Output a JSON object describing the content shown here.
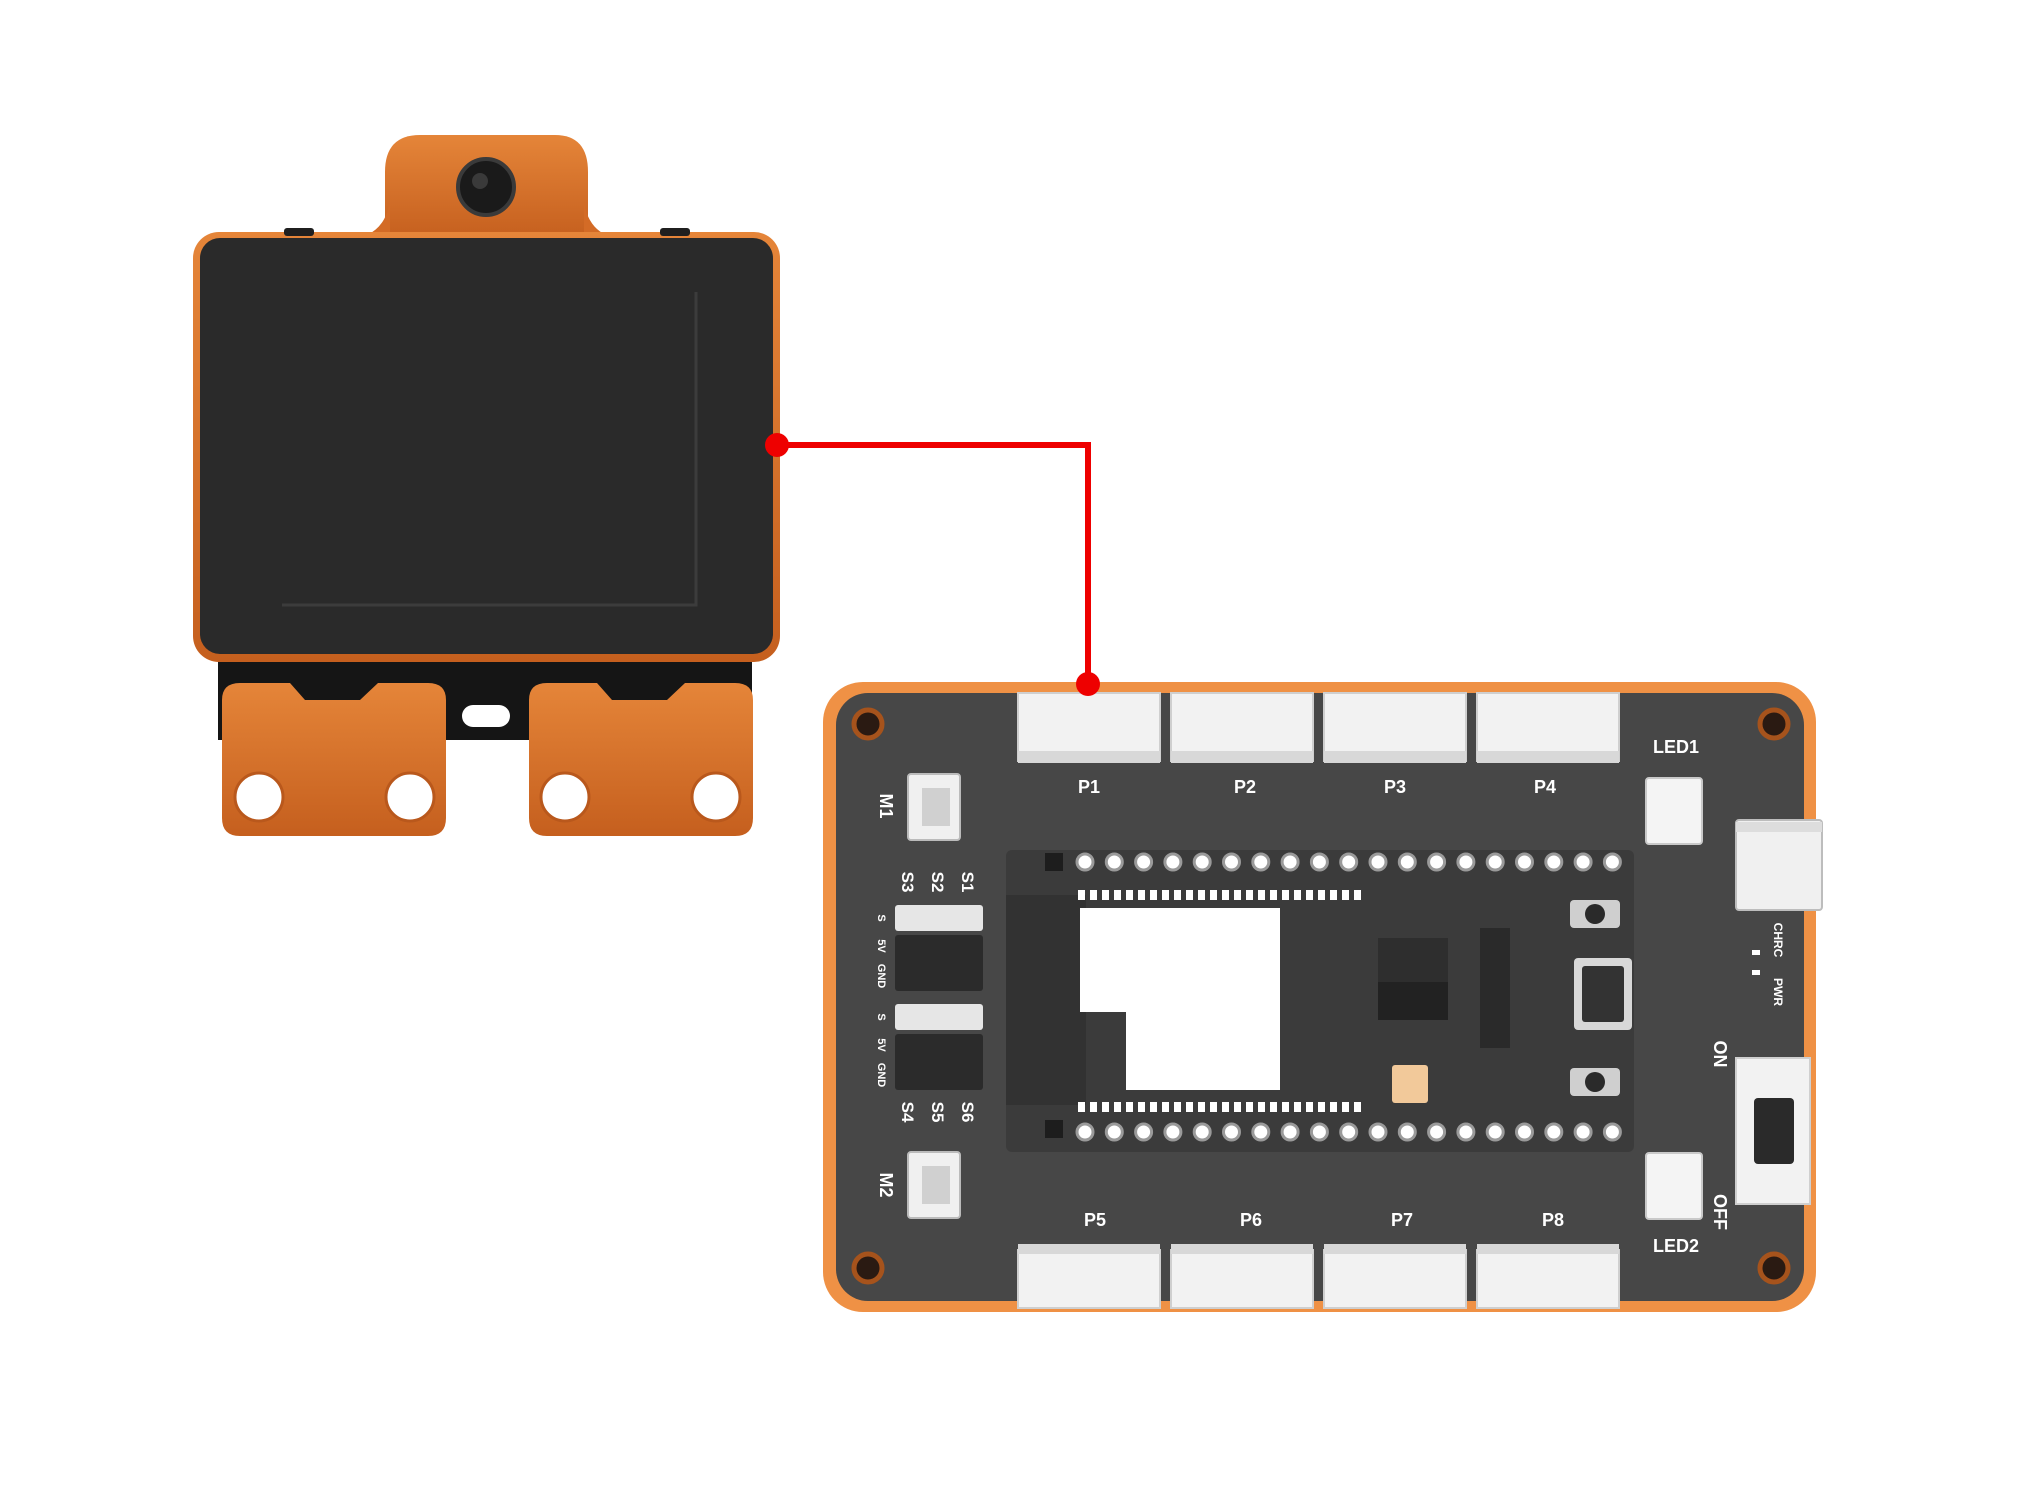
{
  "colors": {
    "orange_dark": "#c9611f",
    "orange": "#e0782f",
    "orange_light": "#f19a50",
    "module_face": "#2a2a2a",
    "pcb": "#474747",
    "wire": "#ee0000"
  },
  "module": {
    "name": "display-module"
  },
  "board": {
    "ports_top": [
      "P1",
      "P2",
      "P3",
      "P4"
    ],
    "ports_bottom": [
      "P5",
      "P6",
      "P7",
      "P8"
    ],
    "motor_labels": [
      "M1",
      "M2"
    ],
    "servo_top": [
      "S3",
      "S2",
      "S1"
    ],
    "servo_bottom": [
      "S4",
      "S5",
      "S6"
    ],
    "servo_pin_labels": [
      "S",
      "5V",
      "GND"
    ],
    "led_top": "LED1",
    "led_bottom": "LED2",
    "chrc": "CHRC",
    "pwr": "PWR",
    "switch_on": "ON",
    "switch_off": "OFF"
  },
  "connection": {
    "from": "display-module",
    "to": "P1"
  }
}
